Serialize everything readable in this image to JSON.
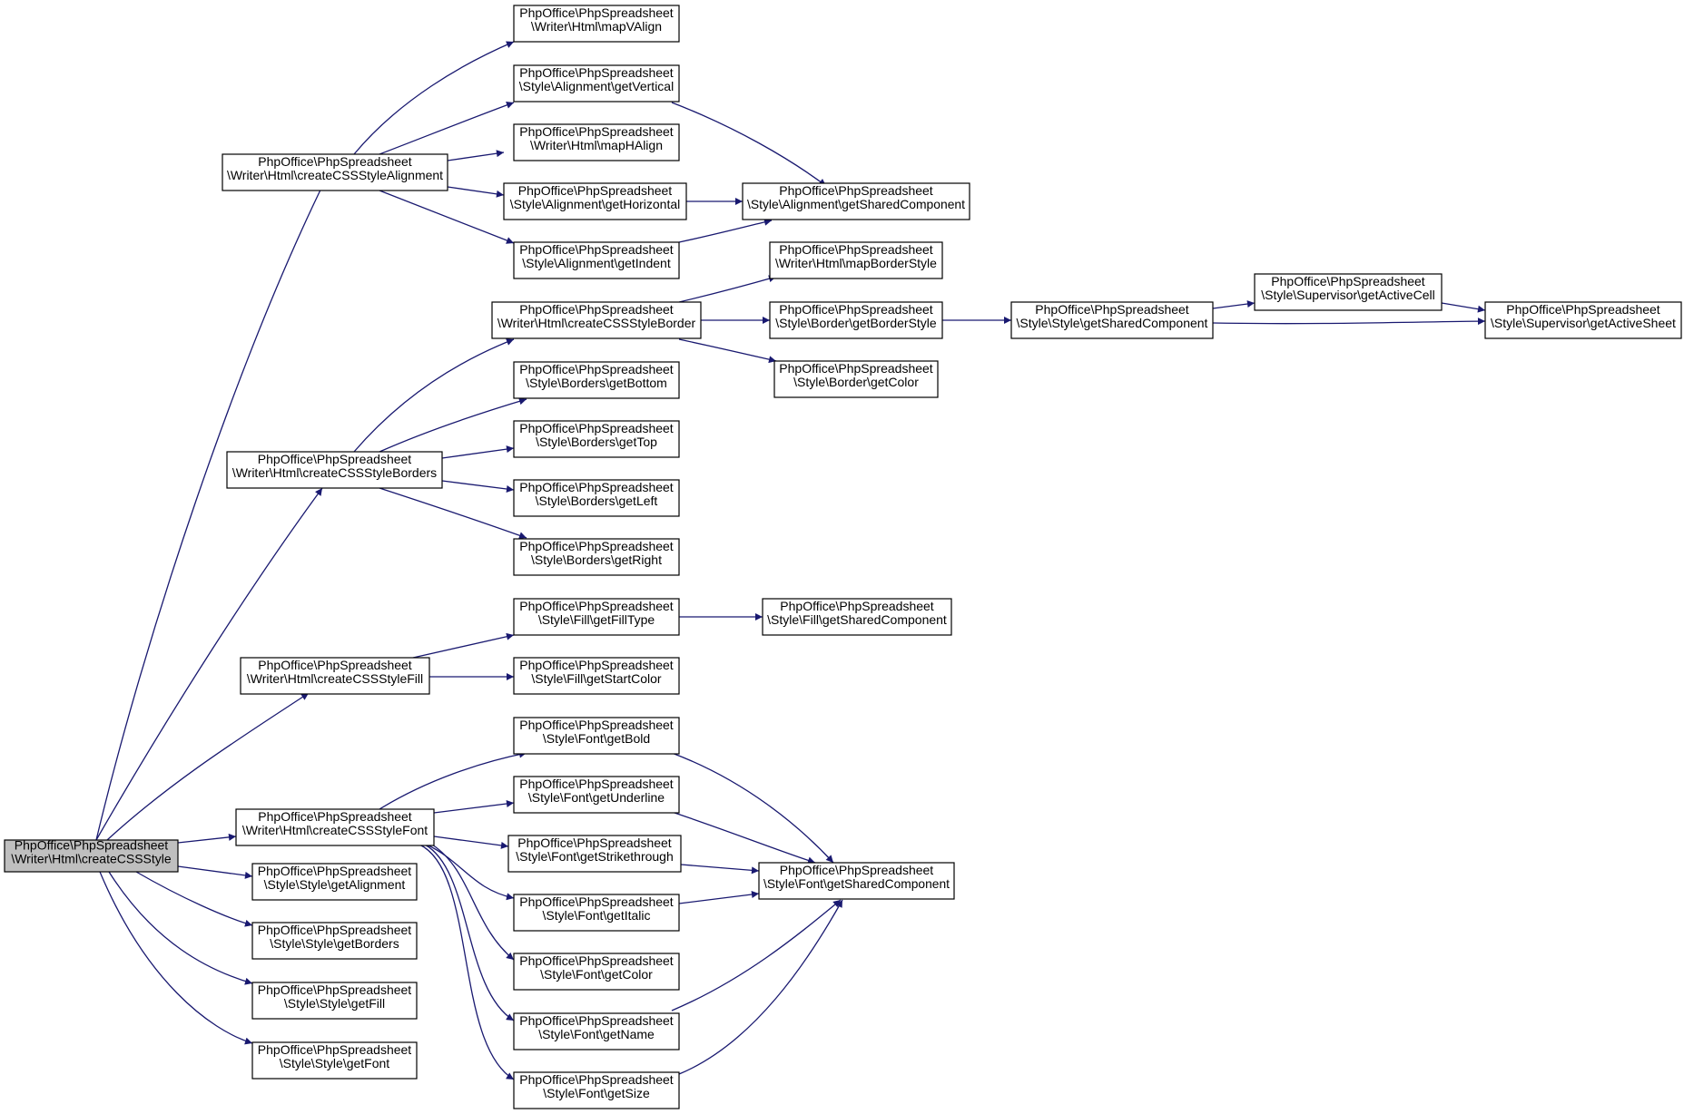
{
  "colors": {
    "edge": "#191970",
    "node_border": "#000000",
    "node_fill": "#ffffff",
    "root_fill": "#bfbfbf"
  },
  "nodes": {
    "n0": {
      "line1": "PhpOffice\\PhpSpreadsheet",
      "line2": "\\Writer\\Html\\createCSSStyle"
    },
    "n1": {
      "line1": "PhpOffice\\PhpSpreadsheet",
      "line2": "\\Writer\\Html\\createCSSStyleAlignment"
    },
    "n2": {
      "line1": "PhpOffice\\PhpSpreadsheet",
      "line2": "\\Writer\\Html\\createCSSStyleBorders"
    },
    "n3": {
      "line1": "PhpOffice\\PhpSpreadsheet",
      "line2": "\\Writer\\Html\\createCSSStyleFill"
    },
    "n4": {
      "line1": "PhpOffice\\PhpSpreadsheet",
      "line2": "\\Writer\\Html\\createCSSStyleFont"
    },
    "n5": {
      "line1": "PhpOffice\\PhpSpreadsheet",
      "line2": "\\Style\\Style\\getAlignment"
    },
    "n6": {
      "line1": "PhpOffice\\PhpSpreadsheet",
      "line2": "\\Style\\Style\\getBorders"
    },
    "n7": {
      "line1": "PhpOffice\\PhpSpreadsheet",
      "line2": "\\Style\\Style\\getFill"
    },
    "n8": {
      "line1": "PhpOffice\\PhpSpreadsheet",
      "line2": "\\Style\\Style\\getFont"
    },
    "n9": {
      "line1": "PhpOffice\\PhpSpreadsheet",
      "line2": "\\Writer\\Html\\mapVAlign"
    },
    "n10": {
      "line1": "PhpOffice\\PhpSpreadsheet",
      "line2": "\\Style\\Alignment\\getVertical"
    },
    "n11": {
      "line1": "PhpOffice\\PhpSpreadsheet",
      "line2": "\\Writer\\Html\\mapHAlign"
    },
    "n12": {
      "line1": "PhpOffice\\PhpSpreadsheet",
      "line2": "\\Style\\Alignment\\getHorizontal"
    },
    "n13": {
      "line1": "PhpOffice\\PhpSpreadsheet",
      "line2": "\\Style\\Alignment\\getIndent"
    },
    "n14": {
      "line1": "PhpOffice\\PhpSpreadsheet",
      "line2": "\\Style\\Alignment\\getSharedComponent"
    },
    "n15": {
      "line1": "PhpOffice\\PhpSpreadsheet",
      "line2": "\\Writer\\Html\\createCSSStyleBorder"
    },
    "n16": {
      "line1": "PhpOffice\\PhpSpreadsheet",
      "line2": "\\Style\\Borders\\getBottom"
    },
    "n17": {
      "line1": "PhpOffice\\PhpSpreadsheet",
      "line2": "\\Style\\Borders\\getTop"
    },
    "n18": {
      "line1": "PhpOffice\\PhpSpreadsheet",
      "line2": "\\Style\\Borders\\getLeft"
    },
    "n19": {
      "line1": "PhpOffice\\PhpSpreadsheet",
      "line2": "\\Style\\Borders\\getRight"
    },
    "n20": {
      "line1": "PhpOffice\\PhpSpreadsheet",
      "line2": "\\Writer\\Html\\mapBorderStyle"
    },
    "n21": {
      "line1": "PhpOffice\\PhpSpreadsheet",
      "line2": "\\Style\\Border\\getBorderStyle"
    },
    "n22": {
      "line1": "PhpOffice\\PhpSpreadsheet",
      "line2": "\\Style\\Border\\getColor"
    },
    "n23": {
      "line1": "PhpOffice\\PhpSpreadsheet",
      "line2": "\\Style\\Style\\getSharedComponent"
    },
    "n24": {
      "line1": "PhpOffice\\PhpSpreadsheet",
      "line2": "\\Style\\Supervisor\\getActiveCell"
    },
    "n25": {
      "line1": "PhpOffice\\PhpSpreadsheet",
      "line2": "\\Style\\Supervisor\\getActiveSheet"
    },
    "n26": {
      "line1": "PhpOffice\\PhpSpreadsheet",
      "line2": "\\Style\\Fill\\getFillType"
    },
    "n27": {
      "line1": "PhpOffice\\PhpSpreadsheet",
      "line2": "\\Style\\Fill\\getStartColor"
    },
    "n28": {
      "line1": "PhpOffice\\PhpSpreadsheet",
      "line2": "\\Style\\Fill\\getSharedComponent"
    },
    "n29": {
      "line1": "PhpOffice\\PhpSpreadsheet",
      "line2": "\\Style\\Font\\getBold"
    },
    "n30": {
      "line1": "PhpOffice\\PhpSpreadsheet",
      "line2": "\\Style\\Font\\getUnderline"
    },
    "n31": {
      "line1": "PhpOffice\\PhpSpreadsheet",
      "line2": "\\Style\\Font\\getStrikethrough"
    },
    "n32": {
      "line1": "PhpOffice\\PhpSpreadsheet",
      "line2": "\\Style\\Font\\getItalic"
    },
    "n33": {
      "line1": "PhpOffice\\PhpSpreadsheet",
      "line2": "\\Style\\Font\\getColor"
    },
    "n34": {
      "line1": "PhpOffice\\PhpSpreadsheet",
      "line2": "\\Style\\Font\\getName"
    },
    "n35": {
      "line1": "PhpOffice\\PhpSpreadsheet",
      "line2": "\\Style\\Font\\getSize"
    },
    "n36": {
      "line1": "PhpOffice\\PhpSpreadsheet",
      "line2": "\\Style\\Font\\getSharedComponent"
    }
  }
}
